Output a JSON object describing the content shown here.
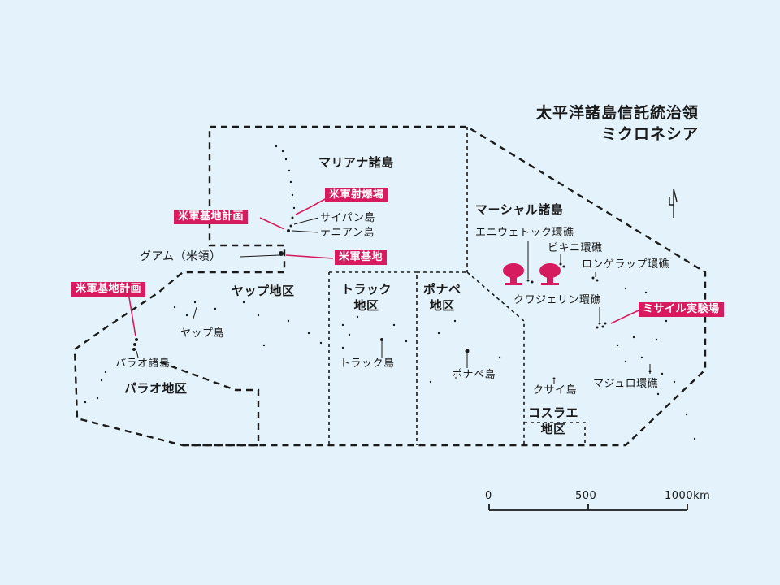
{
  "title": {
    "line1": "太平洋諸島信託統治領",
    "line2": "ミクロネシア"
  },
  "regions": {
    "mariana": "マリアナ諸島",
    "marshall": "マーシャル諸島",
    "yap": "ヤップ地区",
    "truk_1": "トラック",
    "truk_2": "地区",
    "ponape_1": "ポナペ",
    "ponape_2": "地区",
    "palau": "パラオ地区",
    "kosrae_1": "コスラエ",
    "kosrae_2": "地区"
  },
  "places": {
    "saipan": "サイパン島",
    "tinian": "テニアン島",
    "guam": "グアム（米領）",
    "enewetak": "エニウェトック環礁",
    "bikini": "ビキニ環礁",
    "rongelap": "ロンゲラップ環礁",
    "kwajalein": "クワジェリン環礁",
    "yap": "ヤップ島",
    "palau": "パラオ諸島",
    "truk": "トラック島",
    "ponape": "ポナペ島",
    "kusaie": "クサイ島",
    "majuro": "マジュロ環礁"
  },
  "tags": {
    "bombing_range": "米軍射爆場",
    "base_plan_north": "米軍基地計画",
    "base_guam": "米軍基地",
    "base_plan_palau": "米軍基地計画",
    "missile_range": "ミサイル実験場"
  },
  "scale": {
    "label_0": "0",
    "label_500": "500",
    "label_1000": "1000km"
  },
  "colors": {
    "background": "#e4f3fb",
    "accent": "#d61b5e",
    "ink": "#1a1a1a"
  },
  "icons": {
    "north_arrow": "north-arrow-icon",
    "nuclear_test": "mushroom-cloud-icon"
  }
}
